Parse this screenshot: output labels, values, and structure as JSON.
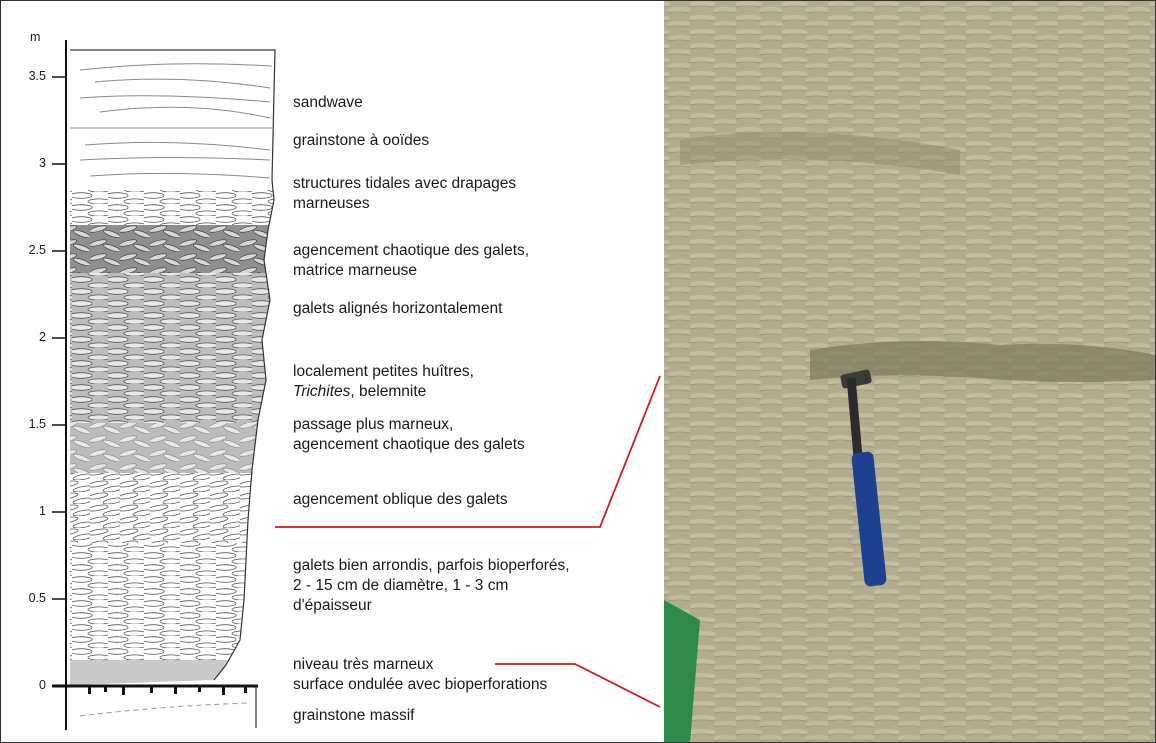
{
  "axis": {
    "unit": "m",
    "ticks": [
      "3.5",
      "3",
      "2.5",
      "2",
      "1.5",
      "1",
      "0.5",
      "0"
    ]
  },
  "annotations": [
    {
      "lines": [
        "sandwave"
      ]
    },
    {
      "lines": [
        "grainstone à ooïdes"
      ]
    },
    {
      "lines": [
        "structures tidales avec drapages",
        "marneuses"
      ]
    },
    {
      "lines": [
        "agencement chaotique des galets,",
        "matrice marneuse"
      ]
    },
    {
      "lines": [
        "galets alignés horizontalement"
      ]
    },
    {
      "lines": [
        "localement petites huîtres,",
        "Trichites, belemnite"
      ]
    },
    {
      "lines": [
        "passage plus marneux,",
        "agencement chaotique des galets"
      ]
    },
    {
      "lines": [
        "agencement oblique des galets"
      ]
    },
    {
      "lines": [
        "galets bien arrondis, parfois bioperforés,",
        "2 - 15 cm de diamètre, 1 - 3 cm",
        "d'épaisseur"
      ]
    },
    {
      "lines": [
        "niveau très marneux",
        "surface ondulée avec bioperforations"
      ]
    },
    {
      "lines": [
        "grainstone massif"
      ]
    }
  ],
  "italic_term": "Trichites",
  "after_italic": ", belemnite",
  "colors": {
    "leader_line": "#cc1f1f",
    "rock_base": "#b3ae92",
    "column_shade": "#d6d6d6"
  }
}
